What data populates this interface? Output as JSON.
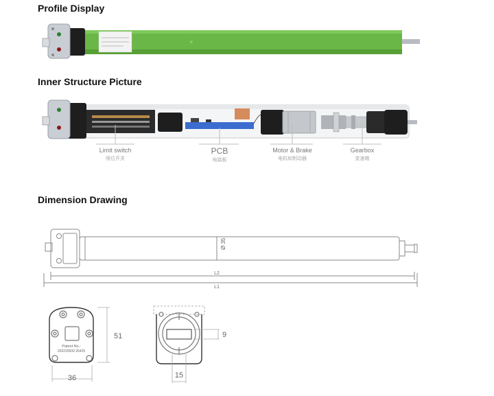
{
  "sections": {
    "profile": {
      "title": "Profile Display"
    },
    "inner": {
      "title": "Inner Structure Picture"
    },
    "dimension": {
      "title": "Dimension Drawing"
    }
  },
  "components": [
    {
      "name": "Limit switch",
      "name_cn": "限位开关"
    },
    {
      "name": "PCB",
      "name_cn": "电路板"
    },
    {
      "name": "Motor & Brake",
      "name_cn": "电机和制动器"
    },
    {
      "name": "Gearbox",
      "name_cn": "变速箱"
    }
  ],
  "dimensions": {
    "diameter": "Ø 35",
    "l2": "L2",
    "l1": "L1",
    "height": "51",
    "width": "36",
    "slot": "9",
    "shaft": "15"
  },
  "patent": {
    "label": "Patent No.:",
    "number": "202220939 26425"
  },
  "colors": {
    "tube_green": "#6ab646",
    "line": "#888888"
  }
}
